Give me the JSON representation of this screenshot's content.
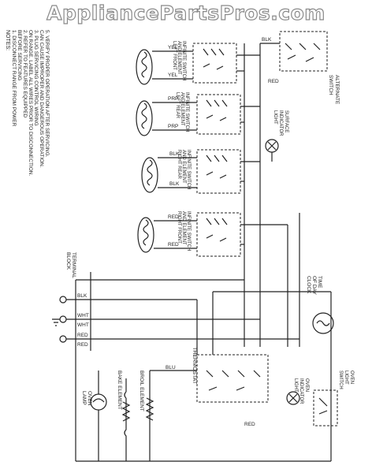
{
  "watermark": "AppliancePartsPros.com",
  "notes": {
    "title": "NOTES:",
    "lines": [
      "1. DISCONNECT RANGE FROM POWER",
      "   BEFORE SERVICING",
      "2. REFER TO FEATURES EQUIPPED",
      "   ON RANGE. LABEL ALL WIRES PRIOR TO DISCONNECTION.",
      "3. PLUG SERVICING CONTROL WIRING",
      "   CAN CAUSE IMPROPER AND DANGEROUS OPERATION.",
      "5. VERIFY PROPER OPERATION AFTER SERVICING."
    ]
  },
  "switches": [
    {
      "label1": "INFINITE SWITCH",
      "label2": "AND ELEMENT",
      "label3": "LEFT FRONT",
      "wire": "YEL"
    },
    {
      "label1": "INFINITE SWITCH",
      "label2": "AND ELEMENT",
      "label3": "LEFT REAR",
      "wire": "PRP"
    },
    {
      "label1": "INFINITE SWITCH",
      "label2": "AND ELEMENT",
      "label3": "RIGHT REAR",
      "wire": "BLK"
    },
    {
      "label1": "INFINITE SWITCH",
      "label2": "AND ELEMENT",
      "label3": "RIGHT FRONT",
      "wire": "RED"
    }
  ],
  "labels": {
    "alternate_switch": [
      "ALTERNATE",
      "SWITCH"
    ],
    "surface_light": [
      "SURFACE",
      "INDICATOR",
      "LIGHT"
    ],
    "terminal_block": [
      "TERMINAL",
      "BLOCK"
    ],
    "clock": [
      "TIME",
      "OF DAY",
      "CLOCK"
    ],
    "thermostat": "THERMOSTAT",
    "oven_light": [
      "OVEN",
      "INDICATOR",
      "LIGHT"
    ],
    "light_switch": [
      "OVEN",
      "LIGHT",
      "SWITCH"
    ],
    "oven_lamp": [
      "OVEN",
      "LAMP"
    ],
    "bake_element": "BAKE ELEMENT",
    "broil_element": "BROIL ELEMENT"
  },
  "wire_colors": {
    "blk": "BLK",
    "wht": "WHT",
    "red": "RED",
    "yel": "YEL",
    "blu": "BLU",
    "prp": "PRP"
  }
}
